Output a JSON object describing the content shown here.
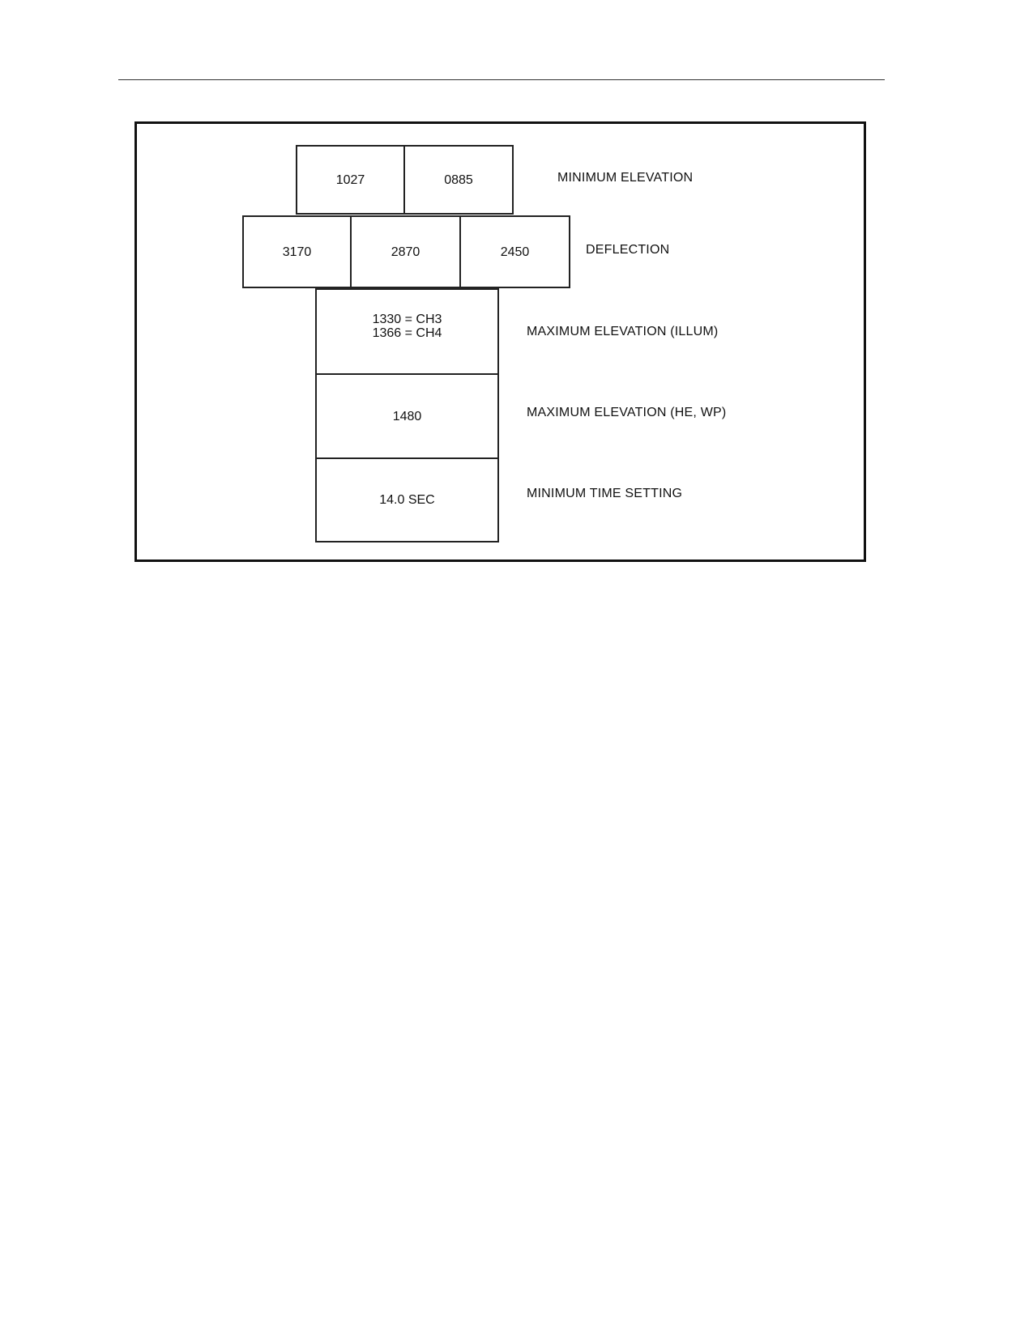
{
  "figure": {
    "rows": [
      {
        "id": "min-elevation",
        "cells": [
          "1027",
          "0885"
        ],
        "label": "MINIMUM ELEVATION"
      },
      {
        "id": "deflection",
        "cells": [
          "3170",
          "2870",
          "2450"
        ],
        "label": "DEFLECTION"
      },
      {
        "id": "max-elevation-illum",
        "lines": [
          "1330 = CH3",
          "1366 = CH4"
        ],
        "label": "MAXIMUM ELEVATION (ILLUM)"
      },
      {
        "id": "max-elevation-he-wp",
        "cells": [
          "1480"
        ],
        "label": "MAXIMUM ELEVATION (HE, WP)"
      },
      {
        "id": "min-time-setting",
        "cells": [
          "14.0 SEC"
        ],
        "label": "MINIMUM TIME SETTING"
      }
    ]
  }
}
